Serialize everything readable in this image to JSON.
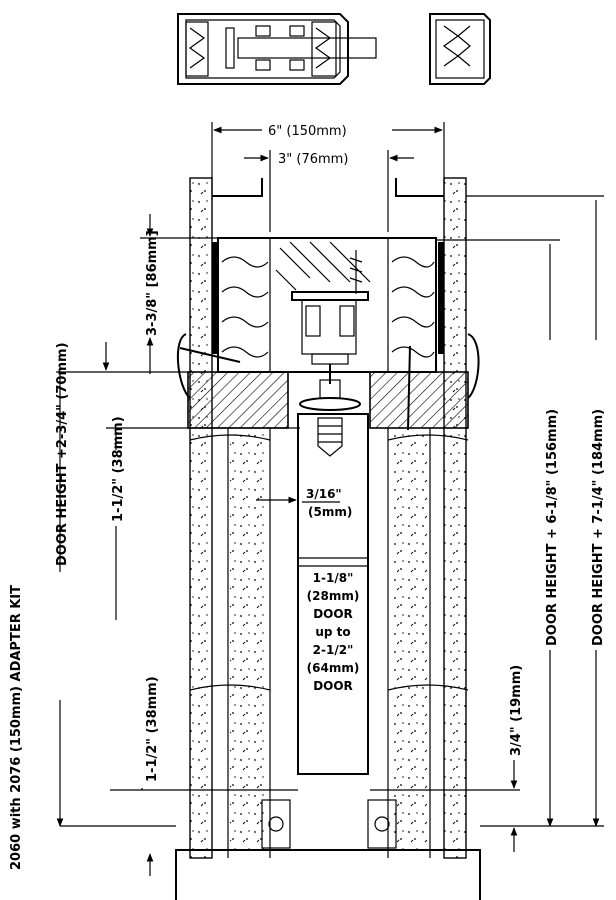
{
  "title_text": "2060 with 2076 (150mm) ADAPTER KIT",
  "dimensions": {
    "width_outer": "6\" (150mm)",
    "width_inner": "3\" (76mm)",
    "header": "3-3/8\" [86mm]",
    "door_height_70": "DOOR HEIGHT +2-3/4\" (70mm)",
    "jamb_38_top": "1-1/2\" (38mm)",
    "jamb_38_bottom": "1-1/2\" (38mm)",
    "gap": "3/16\"",
    "gap_mm": "(5mm)",
    "floor_gap": "3/4\" (19mm)",
    "door_height_156": "DOOR HEIGHT + 6-1/8\" (156mm)",
    "door_height_184": "DOOR HEIGHT + 7-1/4\" (184mm)"
  },
  "door_note": [
    "1-1/8\"",
    "(28mm)",
    "DOOR",
    "up to",
    "2-1/2\"",
    "(64mm)",
    "DOOR"
  ],
  "colors": {
    "line": "#000000",
    "background": "#ffffff"
  }
}
